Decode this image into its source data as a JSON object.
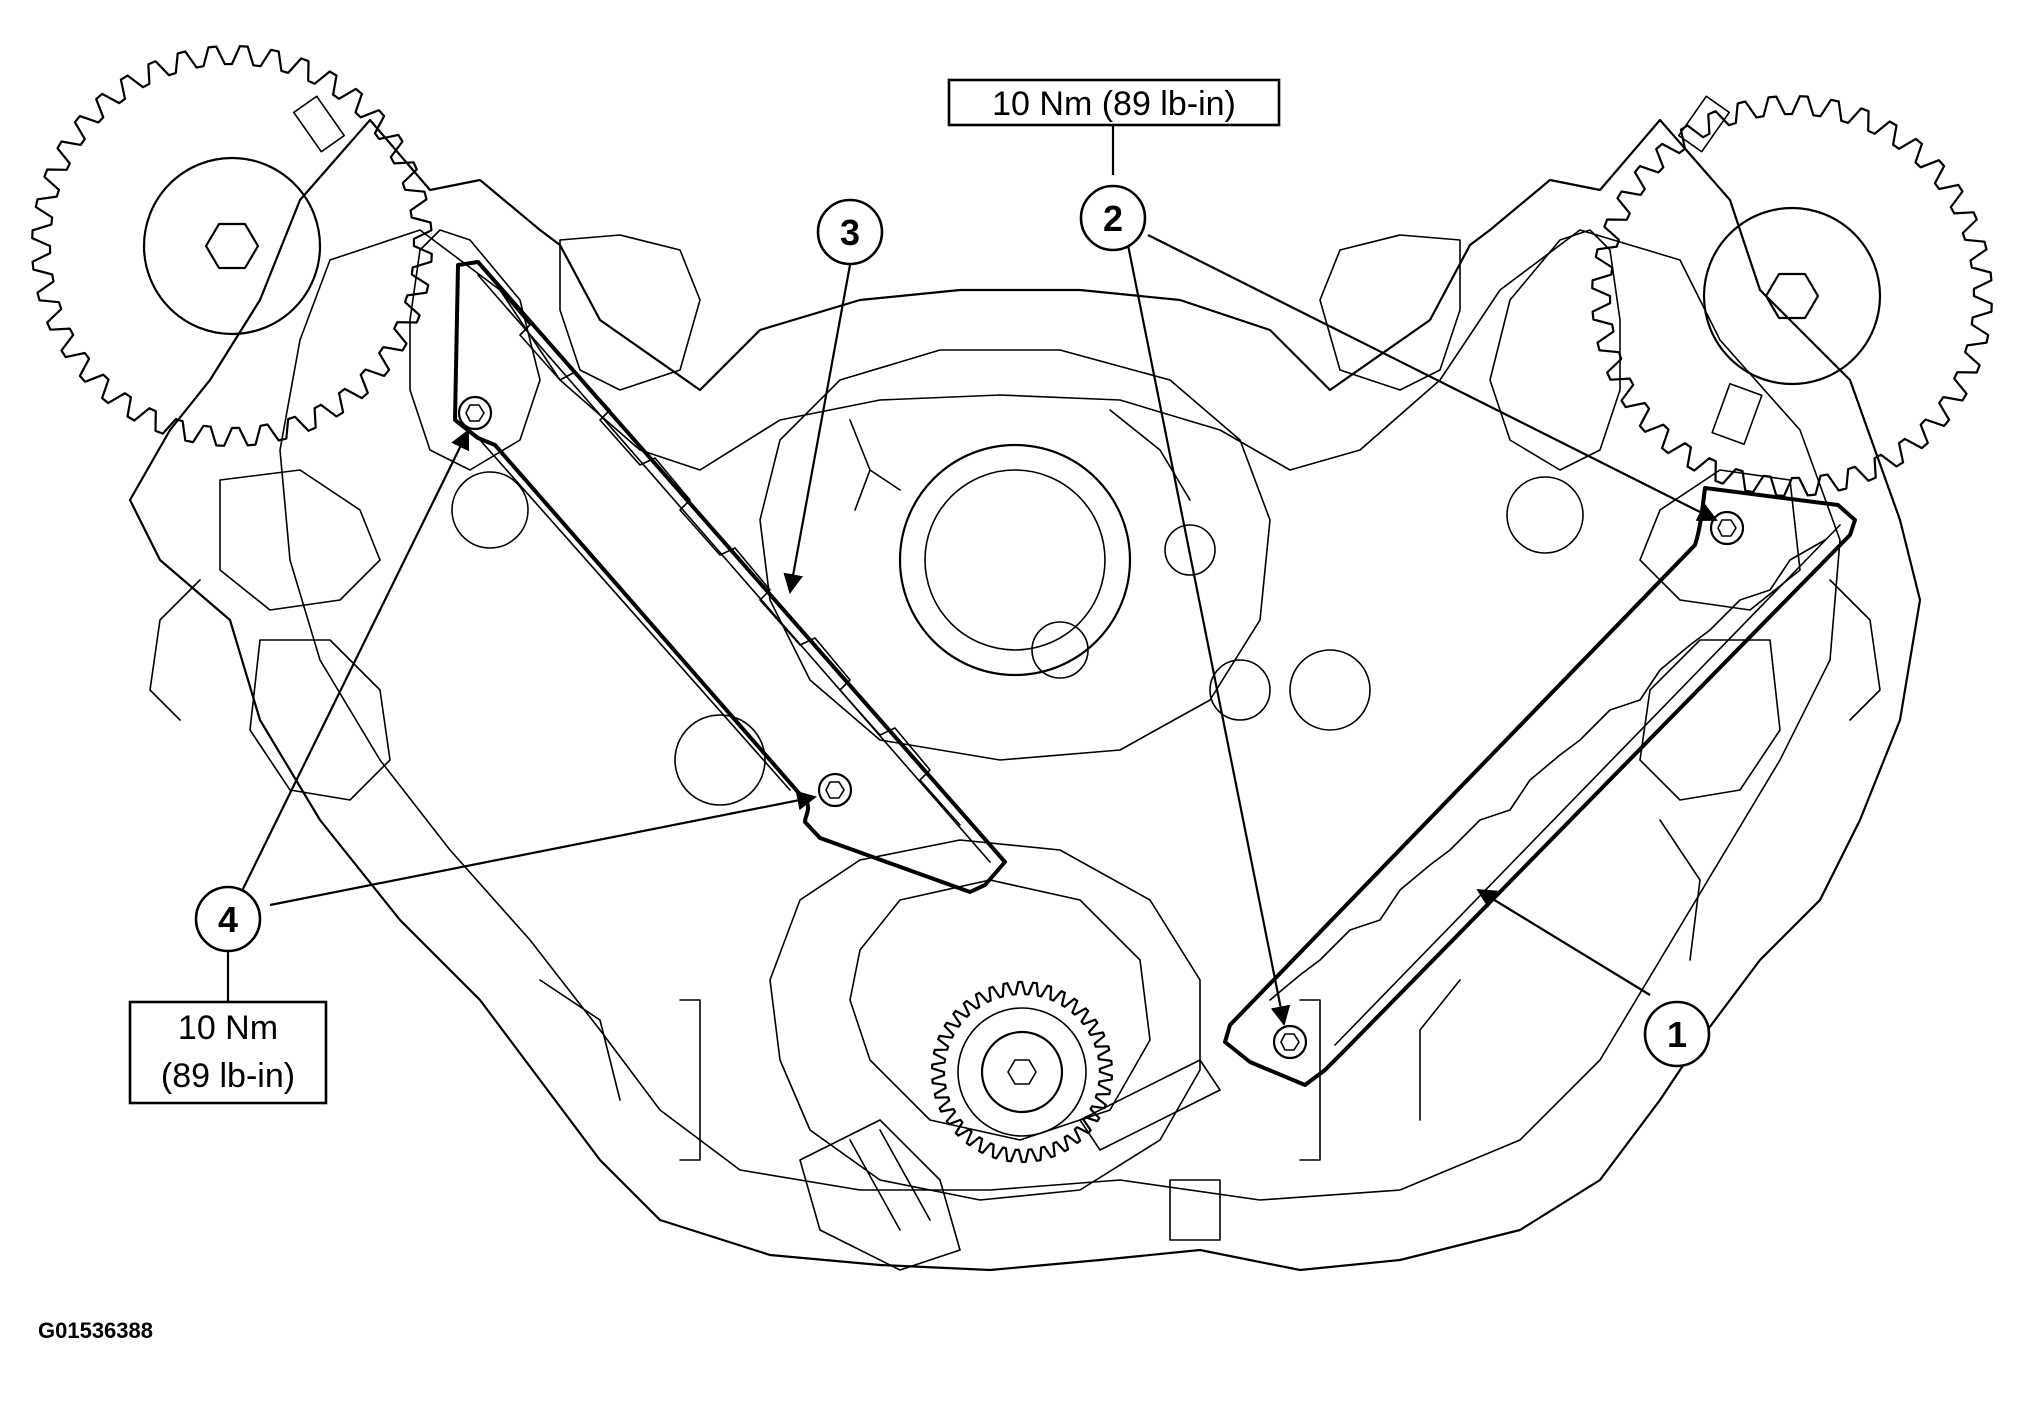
{
  "figure_id": "G01536388",
  "torque_specs": {
    "top": "10 Nm (89 lb-in)",
    "left_line1": "10 Nm",
    "left_line2": "(89 lb-in)"
  },
  "callouts": [
    "1",
    "2",
    "3",
    "4"
  ],
  "colors": {
    "ink": "#000000",
    "paper": "#ffffff"
  }
}
